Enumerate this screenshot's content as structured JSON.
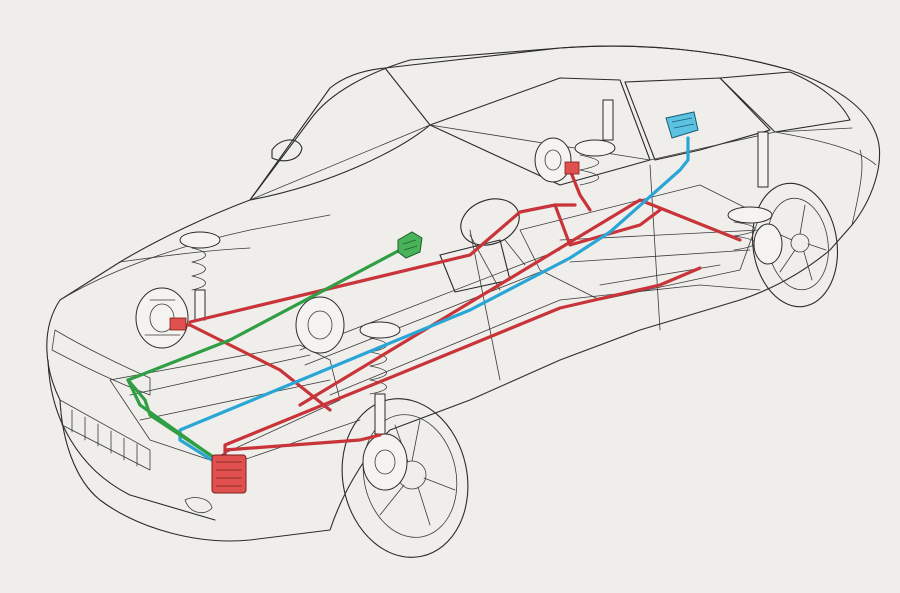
{
  "colors": {
    "background": "#efeeea",
    "outline": "#2b2b2b",
    "wire_red": "#c8343a",
    "wire_blue": "#2aa6d6",
    "wire_green": "#2f9e44",
    "module_red": "#e0504e",
    "module_green": "#49b35a",
    "module_cyan": "#5cc2e2"
  },
  "components": {
    "front_suspension": [
      "strut",
      "coil-spring",
      "brake-rotor",
      "caliper"
    ],
    "rear_suspension": [
      "strut",
      "coil-spring",
      "brake-rotor",
      "caliper"
    ],
    "control_modules": [
      "front-module",
      "cabin-module",
      "trunk-module"
    ]
  },
  "wiring": [
    "red",
    "blue",
    "green"
  ]
}
